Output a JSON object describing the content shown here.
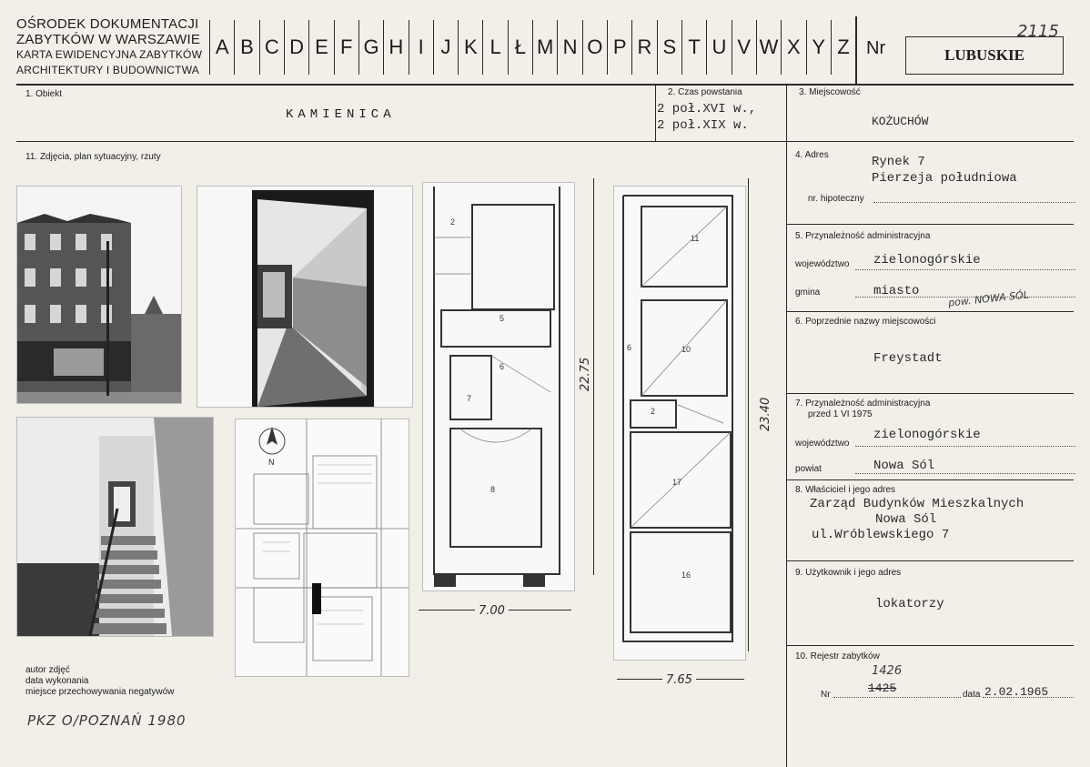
{
  "header": {
    "org_line1": "OŚRODEK DOKUMENTACJI",
    "org_line2": "ZABYTKÓW W WARSZAWIE",
    "org_line3": "KARTA EWIDENCYJNA ZABYTKÓW",
    "org_line4": "ARCHITEKTURY I BUDOWNICTWA",
    "alphabet": [
      "A",
      "B",
      "C",
      "D",
      "E",
      "F",
      "G",
      "H",
      "I",
      "J",
      "K",
      "L",
      "Ł",
      "M",
      "N",
      "O",
      "P",
      "R",
      "S",
      "T",
      "U",
      "V",
      "W",
      "X",
      "Y",
      "Z"
    ],
    "nr_label": "Nr",
    "region": "LUBUSKIE",
    "card_number": "2115"
  },
  "field1": {
    "label": "1. Obiekt",
    "value": "KAMIENICA"
  },
  "field2": {
    "label": "2. Czas powstania",
    "line1": "2 poł.XVI w.,",
    "line2": "2 poł.XIX w."
  },
  "field3": {
    "label": "3. Miejscowość",
    "value": "KOŻUCHÓW"
  },
  "field11": {
    "label": "11. Zdjęcia, plan sytuacyjny, rzuty"
  },
  "field4": {
    "label": "4. Adres",
    "line1": "Rynek 7",
    "line2": "Pierzeja południowa",
    "sub_label": "nr. hipoteczny"
  },
  "field5": {
    "label": "5. Przynależność administracyjna",
    "voiv_label": "województwo",
    "voiv_value": "zielonogórskie",
    "gmina_label": "gmina",
    "gmina_value": "miasto",
    "gmina_note": "pow. NOWA SÓL"
  },
  "field6": {
    "label": "6. Poprzednie nazwy miejscowości",
    "value": "Freystadt"
  },
  "field7": {
    "label": "7. Przynależność administracyjna",
    "label2": "przed 1 VI 1975",
    "voiv_label": "województwo",
    "voiv_value": "zielonogórskie",
    "powiat_label": "powiat",
    "powiat_value": "Nowa Sól"
  },
  "field8": {
    "label": "8. Właściciel i jego adres",
    "line1": "Zarząd Budynków Mieszkalnych",
    "line2": "Nowa Sól",
    "line3": "ul.Wróblewskiego 7"
  },
  "field9": {
    "label": "9. Użytkownik i jego adres",
    "value": "lokatorzy"
  },
  "field10": {
    "label": "10. Rejestr zabytków",
    "nr_label": "Nr",
    "nr_value": "1425",
    "nr_corrected": "1426",
    "data_label": "data",
    "data_value": "2.02.1965"
  },
  "photo_meta": {
    "line1": "autor zdjęć",
    "line2": "data wykonania",
    "line3": "miejsce przechowywania negatywów",
    "stamp": "PKZ O/POZNAŃ 1980"
  },
  "plans": {
    "dim_a": "22.75",
    "dim_b": "7.00",
    "dim_c": "23.40",
    "dim_d": "7.65",
    "north": "N"
  }
}
